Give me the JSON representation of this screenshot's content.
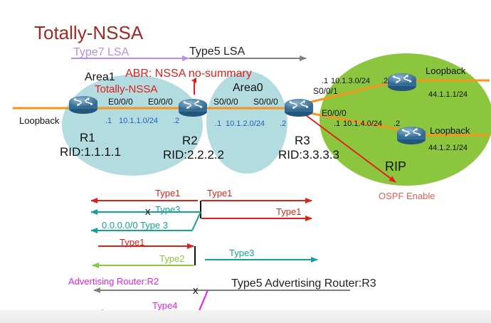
{
  "title": "Totally-NSSA",
  "legend": {
    "type7": "Type7 LSA",
    "type5": "Type5 LSA"
  },
  "abr_note": "ABR: NSSA no-summary",
  "areas": {
    "area1": "Area1",
    "area1_sub": "Totally-NSSA",
    "area0": "Area0",
    "rip": "RIP"
  },
  "routers": [
    {
      "name": "R1",
      "rid": "RID:1.1.1.1"
    },
    {
      "name": "R2",
      "rid": "RID:2.2.2.2"
    },
    {
      "name": "R3",
      "rid": "RID:3.3.3.3"
    }
  ],
  "interfaces": {
    "r1_e0": "E0/0/0",
    "r2_e0": "E0/0/0",
    "r2_s0": "S0/0/0",
    "r3_s0": "S0/0/0",
    "r3_s01": "S0/0/1",
    "r3_e0": "E0/0/0"
  },
  "links": {
    "net_r1r2": "10.1.1.0/24",
    "r1_host": ".1",
    "r2_host": ".2",
    "net_r2r3": "10.1.2.0/24",
    "r2s_host": ".1",
    "r3s_host": ".2",
    "net_up": "10.1.3.0/24",
    "up_r3": ".1",
    "up_rt": ".2",
    "net_down": "10.1.4.0/24",
    "down_r3": ".1",
    "down_rt": ".2"
  },
  "loopbacks": {
    "left": "Loopback",
    "top_label": "Loopback",
    "top_net": "44.1.1.1/24",
    "bottom_label": "Loopback",
    "bottom_net": "44.1.2.1/24"
  },
  "ospf_enable": "OSPF Enable",
  "flows": {
    "row1_left": "Type1",
    "row1_right": "Type1",
    "row2_left": "Type3",
    "row2_right": "Type1",
    "row3_left": "0.0.0.0/0 Type 3",
    "row4_left": "Type1",
    "row5_left": "Type2",
    "row5_right": "Type3",
    "row6_left": "Advertising Router:R2",
    "row6_right": "Type5 Advertising Router:R3",
    "row7_left": "Type4",
    "x_mark": "x"
  },
  "colors": {
    "title": "#a12a24",
    "area": "#b2dce0",
    "rip_area": "#8cc63f",
    "link": "#f7941d",
    "red": "#e0201b",
    "teal": "#13a29a",
    "green": "#8dc63f",
    "gray": "#808080",
    "magenta": "#e81ee8",
    "lavender": "#b98ee8",
    "blue": "#1f5fbf",
    "router": "#2f6f9a"
  }
}
